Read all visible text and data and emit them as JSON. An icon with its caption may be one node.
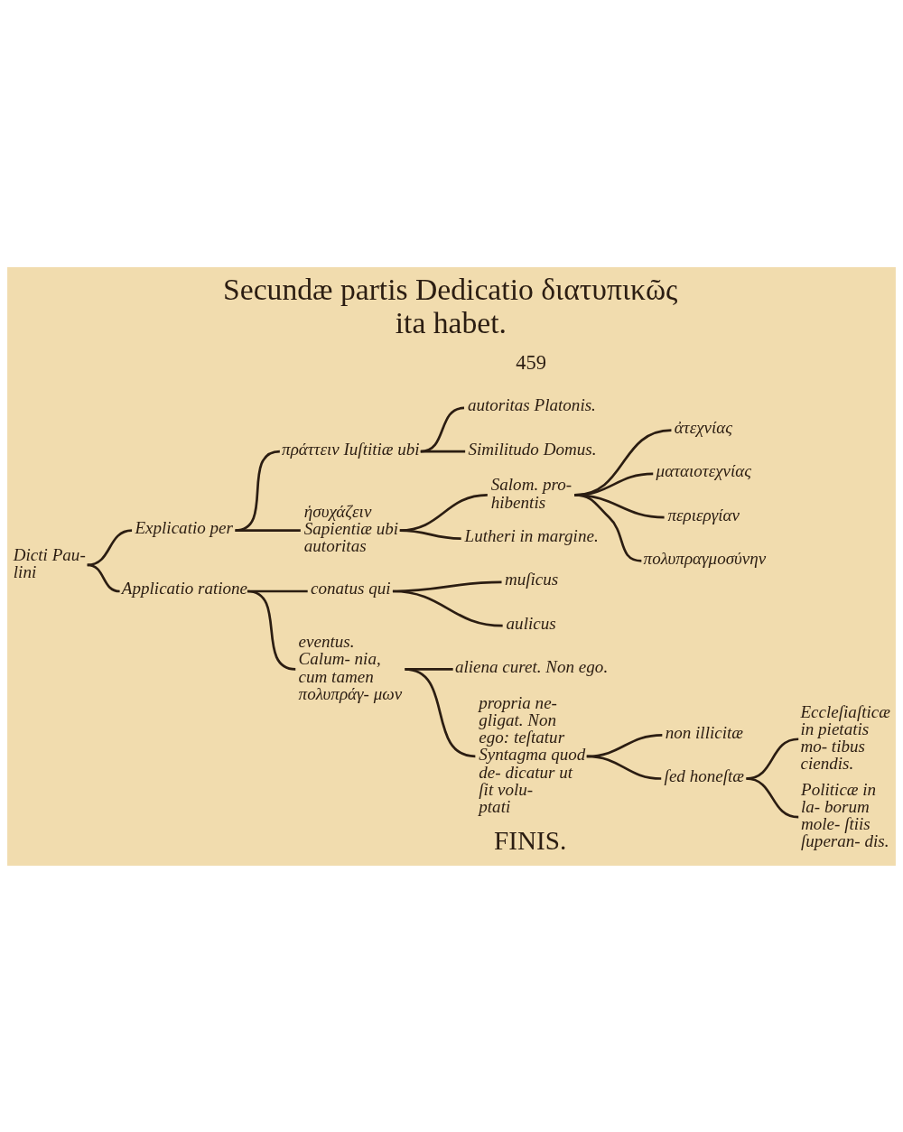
{
  "diagram": {
    "title": "Secundæ partis Dedicatio διατυπικῶς ita habet.",
    "nodes": [
      {
        "text": [
          "Dicti Pau- lini"
        ]
      },
      {
        "text": [
          "Explicatio per"
        ]
      },
      {
        "text": [
          "πράττειν Iuſtitiæ ubi"
        ]
      },
      {
        "text": [
          "autoritas Platonis."
        ]
      },
      {
        "text": [
          "Similitudo Domus."
        ]
      },
      {
        "text": [
          "ἡσυχάζειν Sapientiæ ubi autoritas"
        ]
      },
      {
        "text": [
          "Salom. pro- hibentis"
        ]
      },
      {
        "text": [
          "ἀτεχνίας"
        ]
      },
      {
        "text": [
          "ματαιοτεχνίας"
        ]
      },
      {
        "text": [
          "περιεργίαν"
        ]
      },
      {
        "text": [
          "πολυπραγμοσύνην"
        ]
      },
      {
        "text": [
          "Lutheri in margine."
        ]
      },
      {
        "text": [
          "Applicatio ratione"
        ]
      },
      {
        "text": [
          "conatus qui"
        ]
      },
      {
        "text": [
          "muſicus"
        ]
      },
      {
        "text": [
          "aulicus"
        ]
      },
      {
        "text": [
          "eventus. Calum- nia, cum tamen πολυπράγ- μων"
        ]
      },
      {
        "text": [
          "aliena curet. Non ego."
        ]
      },
      {
        "text": [
          "propria ne- gligat. Non ego: teſtatur Syntagma quod de- dicatur ut ſit volu- ptati"
        ]
      },
      {
        "text": [
          "non illicitæ"
        ]
      },
      {
        "text": [
          "ſed honeſtæ"
        ]
      },
      {
        "text": [
          "Eccleſiaſticæ in pietatis mo- tibus ciendis."
        ]
      },
      {
        "text": [
          "Politicæ in la- borum mole- ſtiis ſuperan- dis."
        ]
      }
    ],
    "edges": [
      {
        "from": 0,
        "to": 1,
        "arrow": "none"
      },
      {
        "from": 0,
        "to": 12,
        "arrow": "none"
      },
      {
        "from": 1,
        "to": 2,
        "arrow": "none"
      },
      {
        "from": 1,
        "to": 5,
        "arrow": "none"
      },
      {
        "from": 2,
        "to": 3,
        "arrow": "none"
      },
      {
        "from": 2,
        "to": 4,
        "arrow": "none"
      },
      {
        "from": 5,
        "to": 6,
        "arrow": "none"
      },
      {
        "from": 5,
        "to": 11,
        "arrow": "none"
      },
      {
        "from": 6,
        "to": 7,
        "arrow": "none"
      },
      {
        "from": 6,
        "to": 8,
        "arrow": "none"
      },
      {
        "from": 6,
        "to": 9,
        "arrow": "none"
      },
      {
        "from": 6,
        "to": 10,
        "arrow": "none"
      },
      {
        "from": 12,
        "to": 13,
        "arrow": "none"
      },
      {
        "from": 12,
        "to": 16,
        "arrow": "none"
      },
      {
        "from": 13,
        "to": 14,
        "arrow": "none"
      },
      {
        "from": 13,
        "to": 15,
        "arrow": "none"
      },
      {
        "from": 16,
        "to": 17,
        "arrow": "none"
      },
      {
        "from": 16,
        "to": 18,
        "arrow": "none"
      },
      {
        "from": 18,
        "to": 19,
        "arrow": "none"
      },
      {
        "from": 18,
        "to": 20,
        "arrow": "none"
      },
      {
        "from": 20,
        "to": 21,
        "arrow": "none"
      },
      {
        "from": 20,
        "to": 22,
        "arrow": "none"
      }
    ],
    "labels": [
      "459",
      "FINIS."
    ]
  }
}
